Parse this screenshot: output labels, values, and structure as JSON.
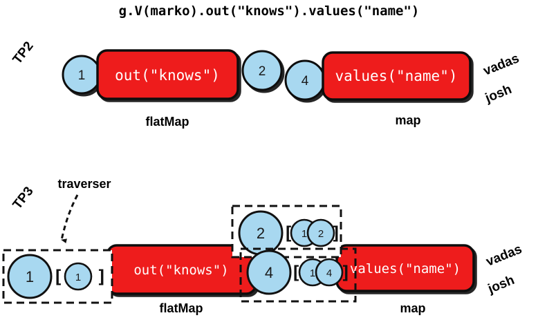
{
  "diagram": {
    "title": "g.V(marko).out(\"knows\").values(\"name\")",
    "colors": {
      "step_fill": "#ee1c1c",
      "traverser_fill": "#a8d8f0",
      "outline": "#111111",
      "background": "#ffffff",
      "step_label_text": "#ffffff"
    },
    "rows": [
      {
        "id": "tp2",
        "row_label": "TP2",
        "steps": [
          {
            "name": "out-knows-step",
            "text": "out(\"knows\")",
            "label": "flatMap"
          },
          {
            "name": "values-name-step",
            "text": "values(\"name\")",
            "label": "map"
          }
        ],
        "traversers": [
          {
            "name": "traverser-in-1",
            "value": "1"
          },
          {
            "name": "traverser-mid-2",
            "value": "2"
          },
          {
            "name": "traverser-mid-4",
            "value": "4"
          }
        ],
        "outputs": [
          "vadas",
          "josh"
        ]
      },
      {
        "id": "tp3",
        "row_label": "TP3",
        "callout": "traverser",
        "steps": [
          {
            "name": "out-knows-step",
            "text": "out(\"knows\")",
            "label": "flatMap"
          },
          {
            "name": "values-name-step",
            "text": "values(\"name\")",
            "label": "map"
          }
        ],
        "traversers": [
          {
            "name": "traverser-in-1",
            "object": "1",
            "bracket_open": "[",
            "path": [
              "1"
            ],
            "bracket_close": "]"
          },
          {
            "name": "traverser-mid-2",
            "object": "2",
            "bracket_open": "[",
            "path": [
              "1",
              "2"
            ],
            "bracket_close": "]"
          },
          {
            "name": "traverser-mid-4",
            "object": "4",
            "bracket_open": "[",
            "path": [
              "1",
              "4"
            ],
            "bracket_close": "]"
          }
        ],
        "outputs": [
          "vadas",
          "josh"
        ]
      }
    ]
  }
}
